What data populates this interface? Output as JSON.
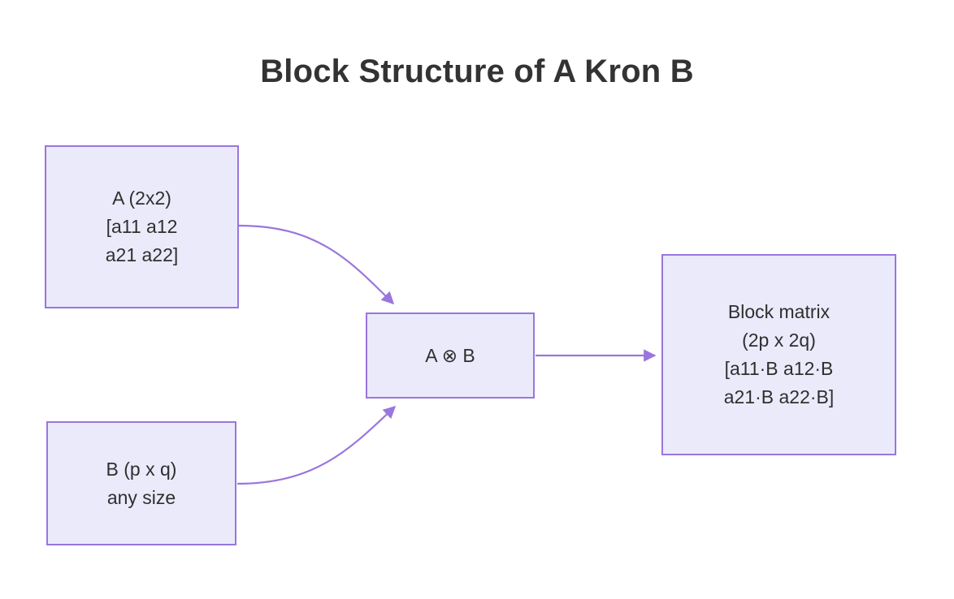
{
  "title": "Block Structure of A Kron B",
  "colors": {
    "background": "#ffffff",
    "node_fill": "#ebeafb",
    "node_border": "#9a76dd",
    "edge": "#9a76dd",
    "title_text": "#333333",
    "node_text": "#2f2f2f"
  },
  "nodes": {
    "a": {
      "id": "node-a",
      "lines": [
        "A (2x2)",
        "[a11 a12",
        "a21 a22]"
      ]
    },
    "b": {
      "id": "node-b",
      "lines": [
        "B (p x q)",
        "any size"
      ]
    },
    "kron": {
      "id": "node-kron",
      "label_left": "A",
      "symbol": "⊗",
      "symbol_name": "kronecker-product-icon",
      "label_right": "B",
      "lines": [
        "A ⊗ B"
      ]
    },
    "result": {
      "id": "node-result",
      "lines": [
        "Block matrix",
        "(2p x 2q)",
        "[a11·B a12·B",
        "a21·B a22·B]"
      ]
    }
  },
  "edges": [
    {
      "id": "edge-a-to-kron",
      "from": "a",
      "to": "kron",
      "style": "curved",
      "arrowhead": "filled-triangle"
    },
    {
      "id": "edge-b-to-kron",
      "from": "b",
      "to": "kron",
      "style": "curved",
      "arrowhead": "filled-triangle"
    },
    {
      "id": "edge-kron-to-result",
      "from": "kron",
      "to": "result",
      "style": "straight",
      "arrowhead": "filled-triangle"
    }
  ]
}
